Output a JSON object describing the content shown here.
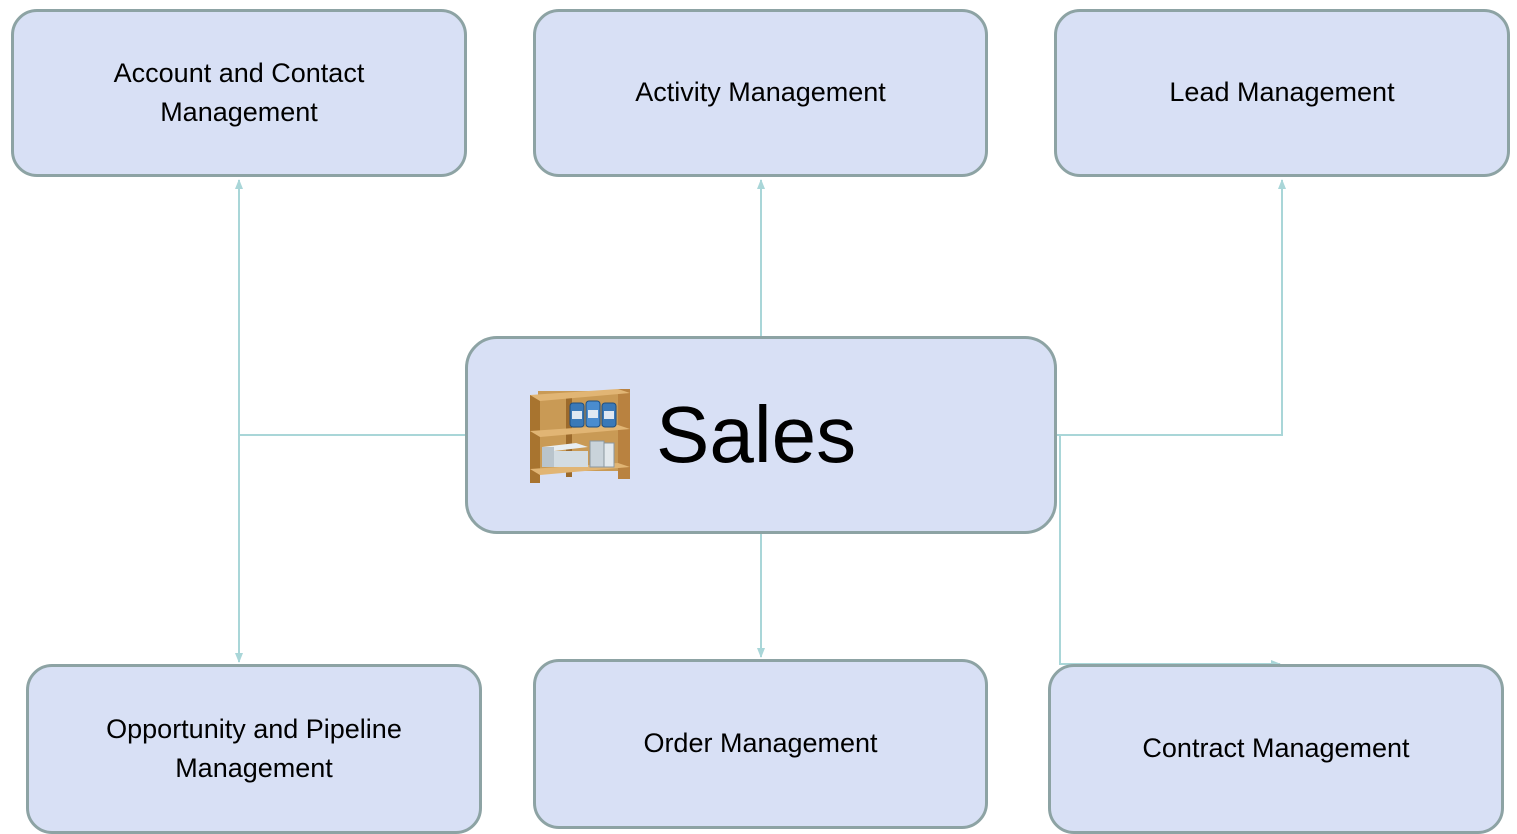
{
  "diagram": {
    "center": {
      "title": "Sales",
      "icon": "shelf-storage-icon"
    },
    "nodes": {
      "account": "Account and Contact Management",
      "activity": "Activity Management",
      "lead": "Lead Management",
      "opportunity": "Opportunity and Pipeline Management",
      "order": "Order Management",
      "contract": "Contract Management"
    },
    "colors": {
      "node_fill": "#d8e0f5",
      "node_border": "#8da3a4",
      "connector": "#a9d6d8"
    }
  }
}
